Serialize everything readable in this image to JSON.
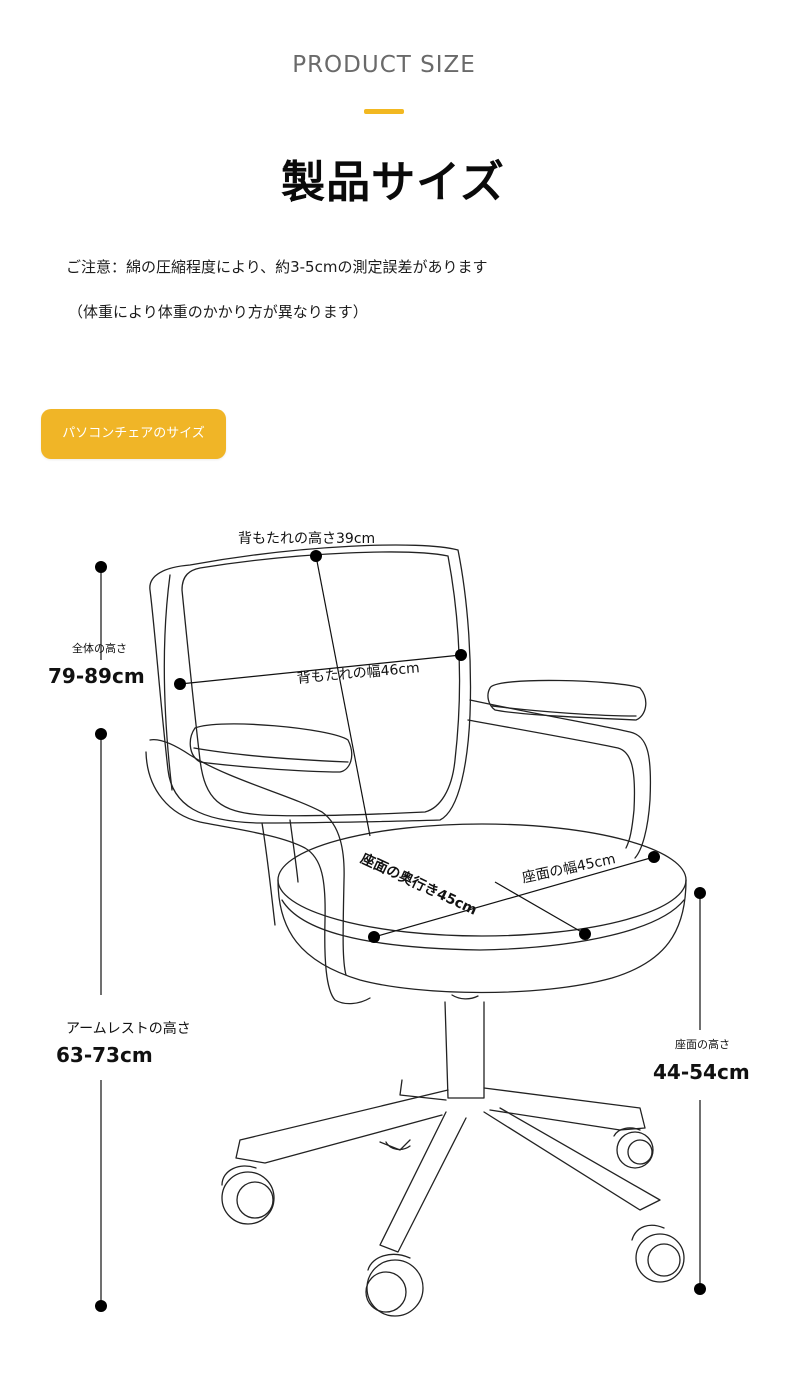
{
  "header": {
    "eyebrow": "PRODUCT SIZE",
    "title": "製品サイズ",
    "accent_color": "#f2b821"
  },
  "notes": {
    "line1": "ご注意：綿の圧縮程度により、約3-5cmの測定誤差があります",
    "line2": "（体重により体重のかかり方が異なります）"
  },
  "section": {
    "badge_label": "パソコンチェアのサイズ",
    "badge_color": "#f0b527"
  },
  "dimensions": {
    "backrest_height": "背もたれの高さ39cm",
    "backrest_width": "背もたれの幅46cm",
    "seat_depth": "座面の奥行き45cm",
    "seat_width": "座面の幅45cm",
    "overall_height_label": "全体の高さ",
    "overall_height_value": "79-89cm",
    "armrest_height_label": "アームレストの高さ",
    "armrest_height_value": "63-73cm",
    "seat_height_label": "座面の高さ",
    "seat_height_value": "44-54cm"
  }
}
